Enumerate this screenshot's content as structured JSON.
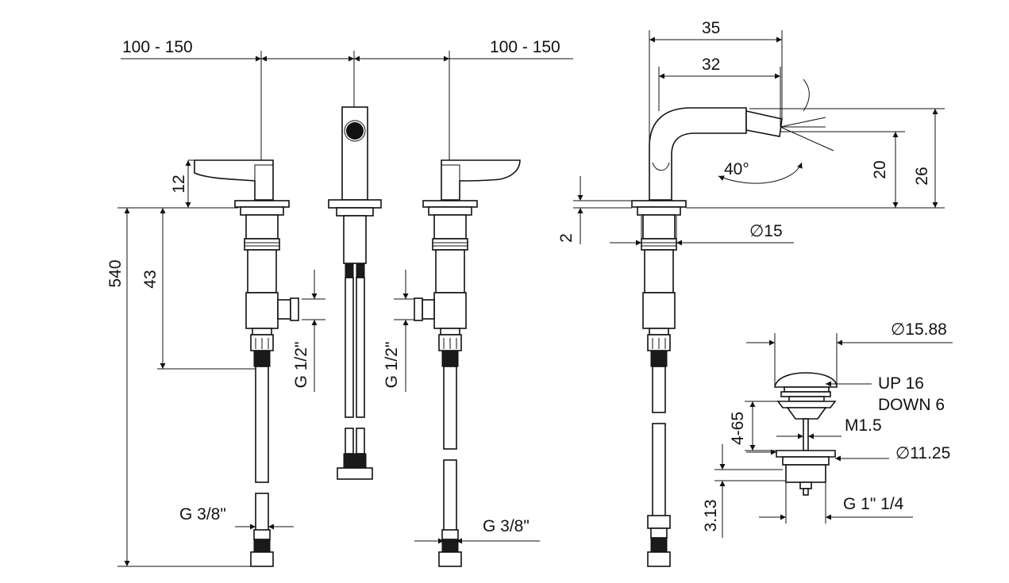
{
  "labels": {
    "spacing_left": "100 - 150",
    "spacing_right": "100 - 150",
    "spout_reach": "35",
    "spout_reach_inner": "32",
    "handle_height": "12",
    "total_length": "540",
    "body_length": "43",
    "inlet_left": "G 1/2\"",
    "inlet_right": "G 1/2\"",
    "hose_left": "G 3/8\"",
    "hose_right": "G 3/8\"",
    "spray_angle": "40°",
    "spout_height_inner": "20",
    "spout_height": "26",
    "flange_thickness": "2",
    "shank_diameter": "∅15",
    "waste_diameter": "∅15.88",
    "waste_up": "UP 16",
    "waste_down": "DOWN 6",
    "waste_range": "4-65",
    "waste_rod": "M1.5",
    "waste_body_diameter": "∅11.25",
    "waste_height": "3.13",
    "waste_thread": "G 1\" 1/4"
  }
}
